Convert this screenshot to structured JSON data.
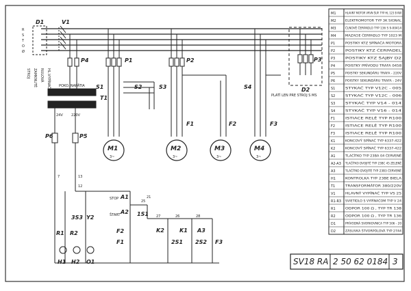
{
  "title_block": {
    "drawing_name": "SV18 RA",
    "drawing_number": "2 50 62 0184",
    "sheet": "3"
  },
  "legend": [
    {
      "code": "M1",
      "desc": "HLAVNÝ MOTOR VRVN ŠUP. TYP HL 123 B KW"
    },
    {
      "code": "M2",
      "desc": "ELEKTROMOTOR TYP 3K SIGNAL"
    },
    {
      "code": "M3",
      "desc": "ČLNOVÉ ČERPADLO TYP 136 S 9-00414"
    },
    {
      "code": "M4",
      "desc": "MAZACIE ČERPADLO TYP 1023 M"
    },
    {
      "code": "P1",
      "desc": "POSTIKY KTZ SPÍNAČA MOTORA"
    },
    {
      "code": "P2",
      "desc": "POSTIKY KTZ ČERPADEL"
    },
    {
      "code": "P3",
      "desc": "POSTIKY KTZ ŠAJBY D2"
    },
    {
      "code": "P4",
      "desc": "POISTKY PRÍVODU TRAFA 0458"
    },
    {
      "code": "P5",
      "desc": "POISTKY SEKUNDÁRU TRAFA - 220V"
    },
    {
      "code": "P6",
      "desc": "POISTKY SEKUNDÁRU TRAFA - 24V"
    },
    {
      "code": "S1",
      "desc": "STYKAČ TYP V12C - 005"
    },
    {
      "code": "S2",
      "desc": "STYKAČ TYP V12C - 006"
    },
    {
      "code": "S3",
      "desc": "STYKAČ TYP V14 - 014"
    },
    {
      "code": "S4",
      "desc": "STYKAČ TYP V16 - 014"
    },
    {
      "code": "F1",
      "desc": "ISTIACE RELÉ TYP R100"
    },
    {
      "code": "F2",
      "desc": "ISTIACE RELÉ TYP R100"
    },
    {
      "code": "F3",
      "desc": "ISTIACE RELÉ TYP R100"
    },
    {
      "code": "K1",
      "desc": "KONCOVÝ SPÍNAČ TYP 6337-422"
    },
    {
      "code": "K2",
      "desc": "KONCOVÝ SPÍNAČ TYP 6337-422"
    },
    {
      "code": "A1",
      "desc": "TLAČÍTKO TYP 23BA 04 ČERVENÉ"
    },
    {
      "code": "A2-A3",
      "desc": "TLAČÍTKO DVOJITÉ TYP 23BC 45 ZELENÉ"
    },
    {
      "code": "A3",
      "desc": "TLAČÍTKO DVOJITÉ TYP 23B3 ČERVENÉ"
    },
    {
      "code": "H1",
      "desc": "KONTROLKA TYP 23BE BIELA"
    },
    {
      "code": "T1",
      "desc": "TRANSFORMÁTOR 380/220V"
    },
    {
      "code": "V1",
      "desc": "HLAVNÝ VYPÍNAČ TYP VS 25"
    },
    {
      "code": "R1-R3",
      "desc": "SVIETIDLO S VYPÍNAČOM TYP V 24"
    },
    {
      "code": "R1",
      "desc": "ODPOR 100 Ω , TYP TR 138"
    },
    {
      "code": "R2",
      "desc": "ODPOR 100 Ω , TYP TR 136"
    },
    {
      "code": "D1",
      "desc": "PRÍVODNÁ SVORKOVNICA TYP 506 - 20"
    },
    {
      "code": "D2",
      "desc": "ZÁSUVKA ŠTVORPÓLOVÁ TYP 2744"
    }
  ],
  "components": {
    "d1": "D1",
    "v1": "V1",
    "p4": "P4",
    "t1": "T1",
    "p6": "P6",
    "p5": "P5",
    "p1": "P1",
    "p2": "P2",
    "p3": "P3",
    "d2": "D2",
    "s1": "S1",
    "s2": "S2",
    "s3": "S3",
    "s4": "S4",
    "f1": "F1",
    "f2": "F2",
    "f3": "F3",
    "m1": "M1",
    "m2": "M2",
    "m3": "M3",
    "m4": "M4",
    "motor_phase": "3~",
    "a1": "A1",
    "a2": "A2",
    "a3": "A3",
    "k1": "K1",
    "k2": "K2",
    "h1": "H1",
    "h2": "H2",
    "o1": "O1",
    "r1": "R1",
    "r2": "R2",
    "s3a": "3S3",
    "y2": "Y2",
    "s1c": "1S1",
    "s2c": "2S1",
    "s3c": "2S2",
    "f1c": "F1",
    "f2c": "F2",
    "f3c": "F3",
    "stop": "STOP",
    "start": "ŠTART",
    "v24": "24V",
    "v220": "220V",
    "d2_note": "PLATÍ LEN PRE STROJ S MS",
    "trafo_note": "POKO. NAPÄTIA",
    "phase_labels": [
      "R",
      "S",
      "T",
      "O",
      "Ø"
    ],
    "wire_labels": [
      "STROJ",
      "ZAMKNUTÉ",
      "NULOVÁ",
      "HL.VYPÍNAČ"
    ],
    "node_labels": [
      "25",
      "26",
      "27",
      "28",
      "21",
      "13",
      "12",
      "7"
    ]
  }
}
